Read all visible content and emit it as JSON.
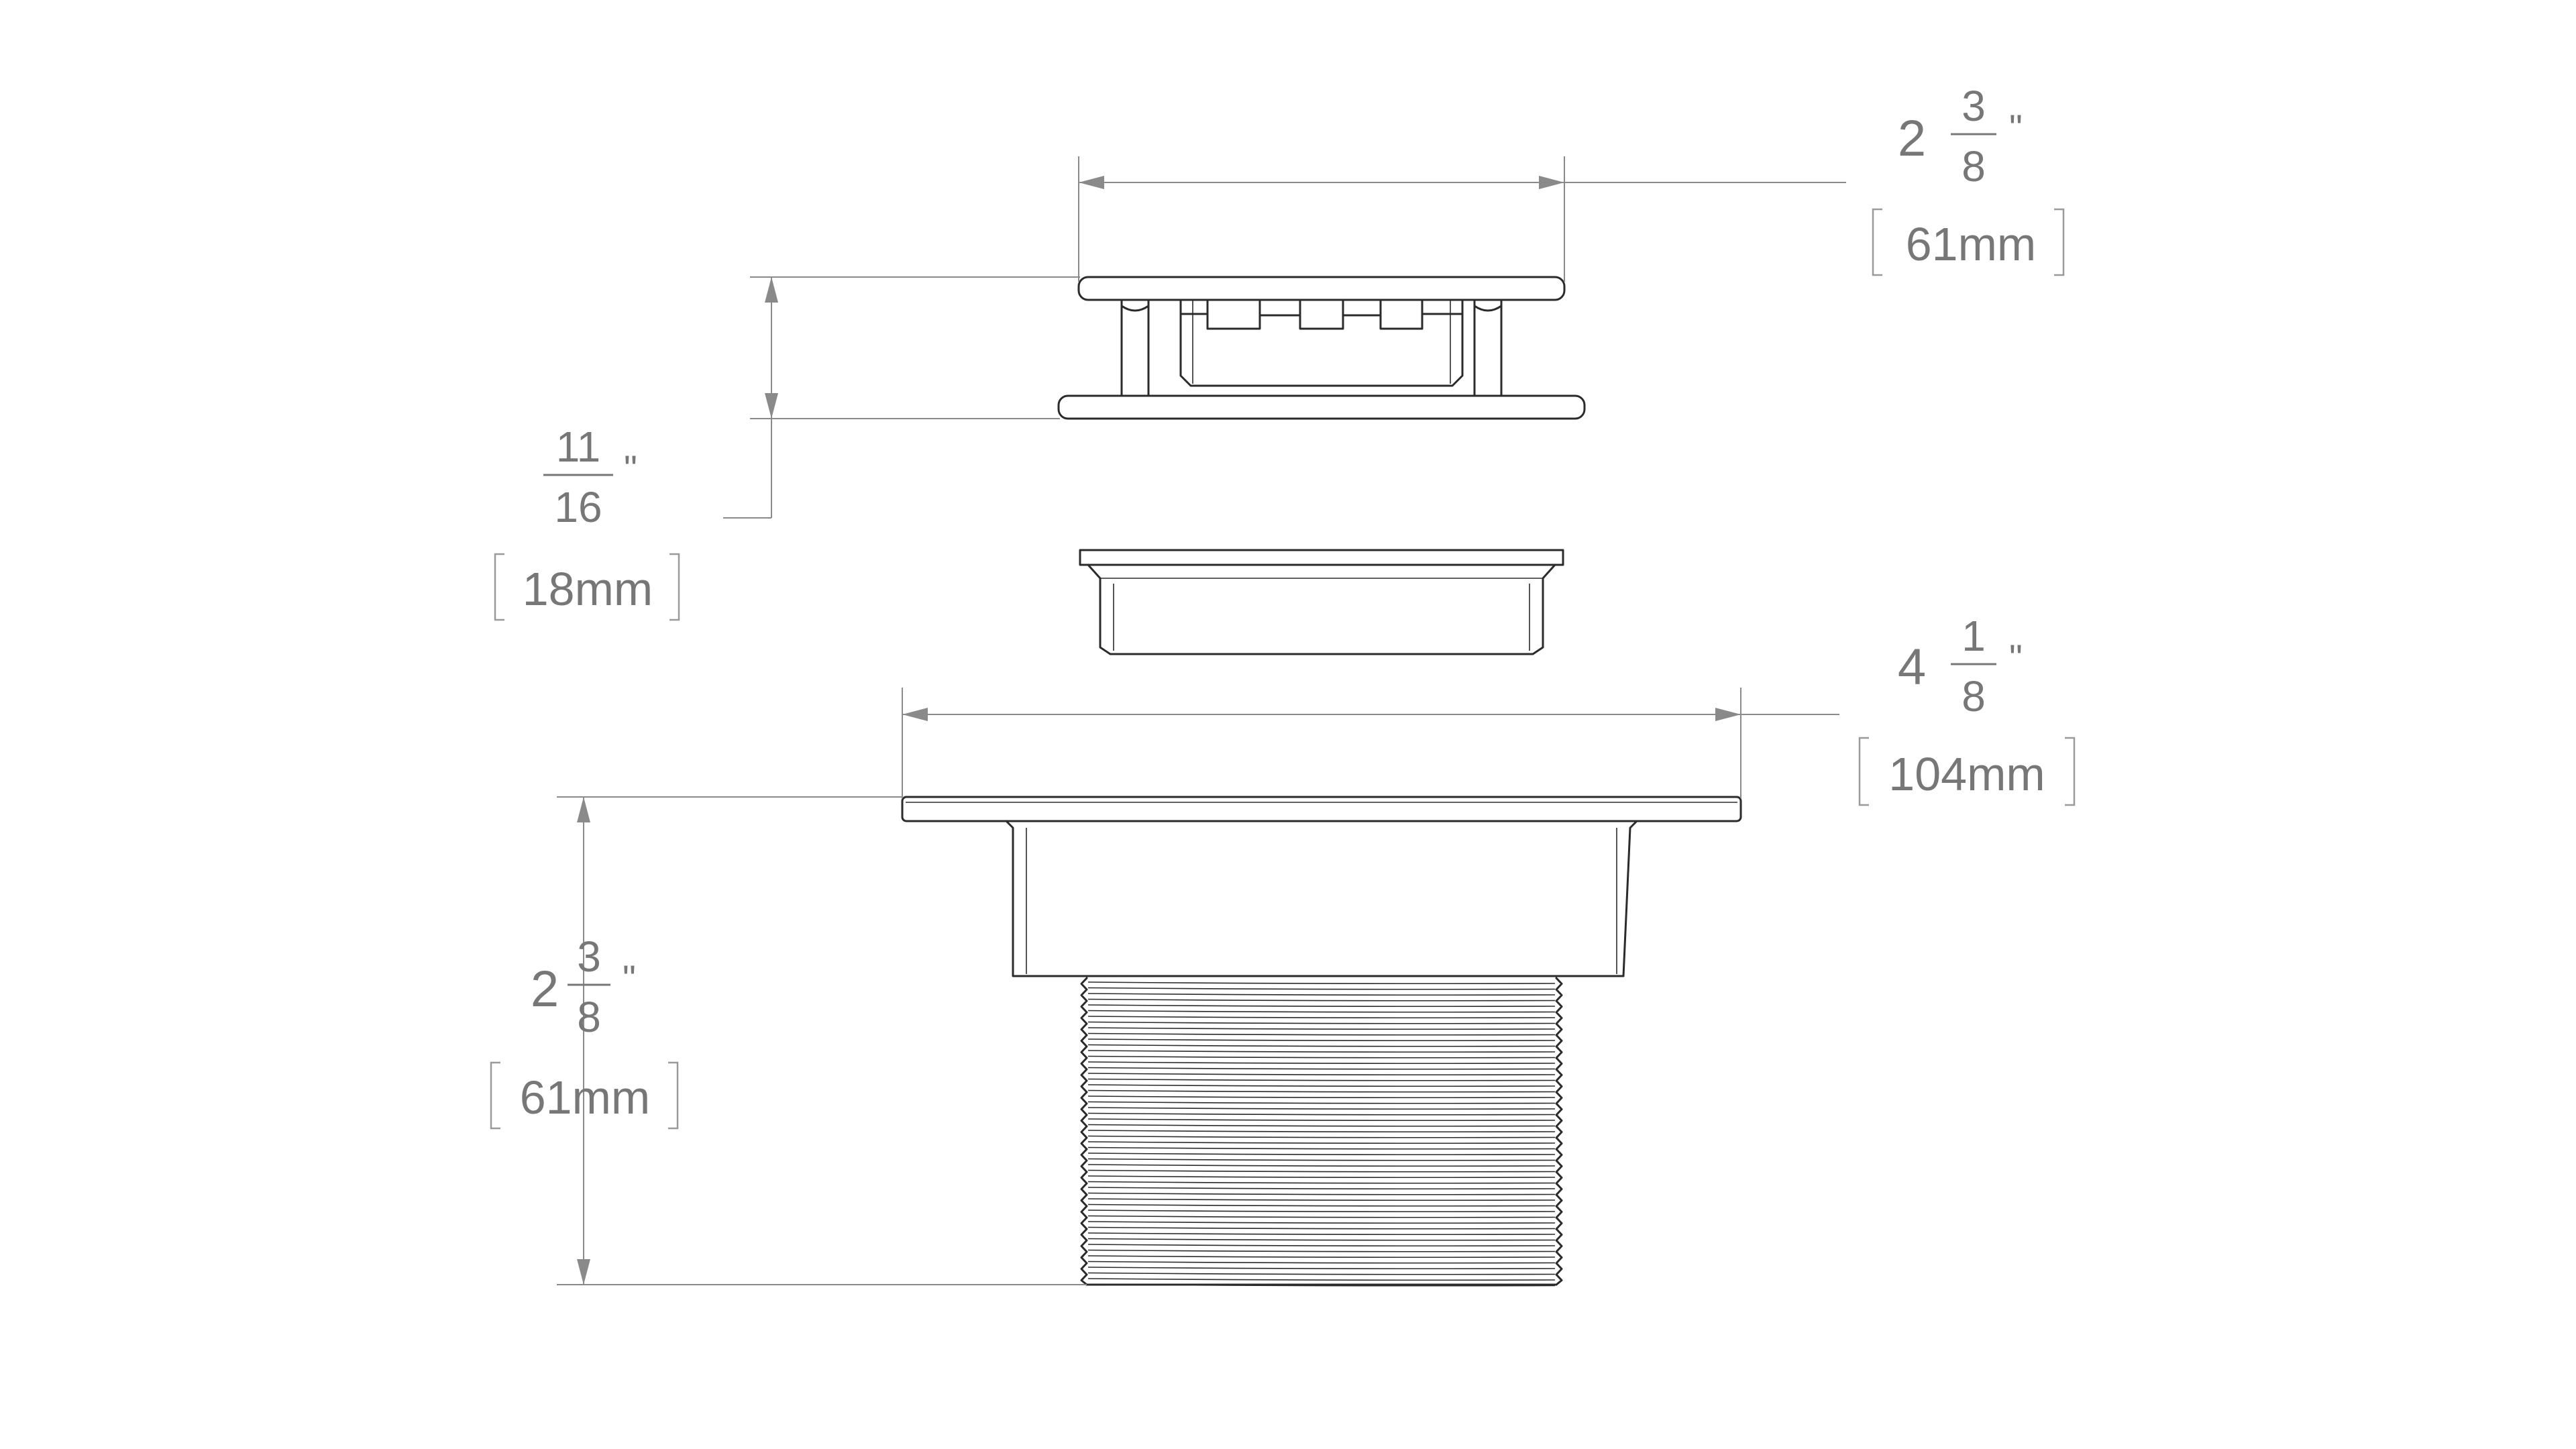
{
  "dimensions": {
    "top_width": {
      "whole": "2",
      "numerator": "3",
      "denominator": "8",
      "inch_mark": "\"",
      "metric": "61mm"
    },
    "top_height": {
      "whole": "",
      "numerator": "11",
      "denominator": "16",
      "inch_mark": "\"",
      "metric": "18mm"
    },
    "flange_width": {
      "whole": "4",
      "numerator": "1",
      "denominator": "8",
      "inch_mark": "\"",
      "metric": "104mm"
    },
    "body_height": {
      "whole": "2",
      "numerator": "3",
      "denominator": "8",
      "inch_mark": "\"",
      "metric": "61mm"
    }
  },
  "colors": {
    "part_stroke": "#2b2b2b",
    "dimension_stroke": "#8a8a8a",
    "label_text": "#777777",
    "background": "#ffffff"
  }
}
